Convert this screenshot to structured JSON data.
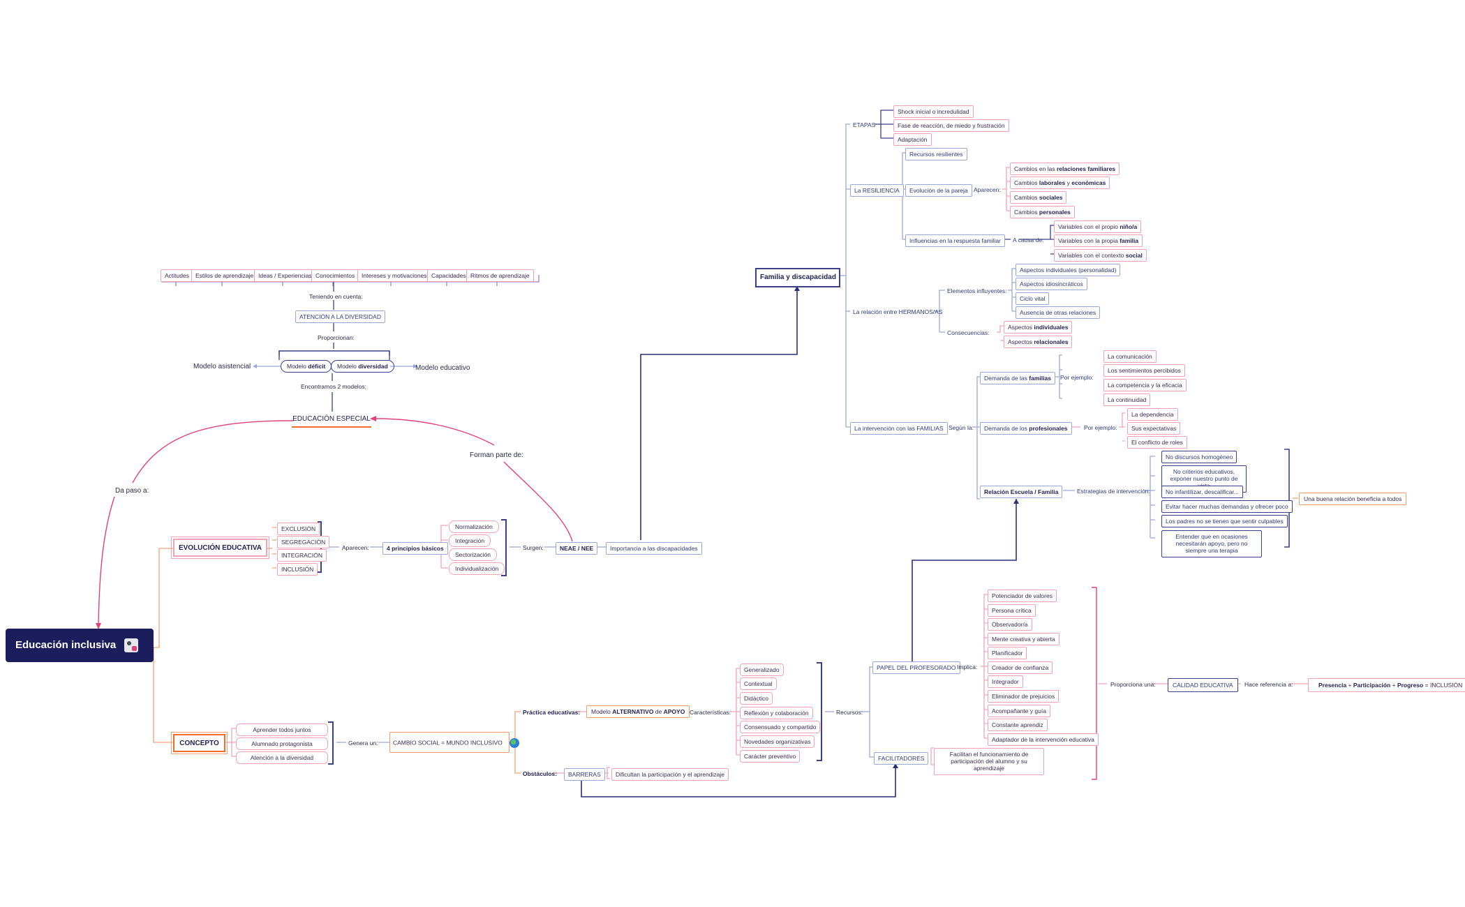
{
  "root": {
    "title": "Educación inclusiva"
  },
  "evolucion": {
    "title": "EVOLUCIÓN EDUCATIVA",
    "stages": [
      "EXCLUSIÓN",
      "SEGREGACIÓN",
      "INTEGRACIÓN",
      "INCLUSIÓN"
    ],
    "aparecen": "Aparecen:",
    "principios": "4 principios básicos",
    "principles": [
      "Normalización",
      "Integración",
      "Sectorización",
      "Individualización"
    ],
    "surgen": "Surgen:",
    "neae": "NEAE / NEE",
    "importancia": "Importancia a las discapacidades"
  },
  "concepto": {
    "title": "CONCEPTO",
    "items": [
      "Aprender todos juntos",
      "Alumnado protagonista",
      "Atención a la diversidad"
    ],
    "genera": "Genera un:",
    "cambio": "CAMBIO SOCIAL = MUNDO INCLUSIVO"
  },
  "practica": {
    "label": "Práctica educativas:",
    "modelo_pre": "Modelo ",
    "modelo_bold": "ALTERNATIVO",
    "modelo_mid": " de ",
    "modelo_bold2": "APOYO",
    "caracteristicas": "Características:",
    "traits": [
      "Generalizado",
      "Contextual",
      "Didáctico",
      "Reflexión y colaboración",
      "Consensuado y compartido",
      "Novedades organizativas",
      "Carácter preventivo"
    ],
    "recursos": "Recursos:",
    "obstaculos": "Obstáculos:",
    "barreras": "BARRERAS",
    "dificultan": "Dificultan la participación y el aprendizaje"
  },
  "profesorado": {
    "papel": "PAPEL DEL PROFESORADO",
    "implica": "Implica:",
    "roles": [
      "Potenciador de valores",
      "Persona crítica",
      "Observador/a",
      "Mente creativa y abierta",
      "Planificador",
      "Creador de confianza",
      "Integrador",
      "Eliminador de prejuicios",
      "Acompañante y guía",
      "Constante aprendiz",
      "Adaptador de la intervención educativa"
    ],
    "facilitadores": "FACILITADORES",
    "facilitan": "Facilitan el funcionamiento de participación del alumno y su aprendizaje",
    "proporciona": "Proporciona una:",
    "calidad": "CALIDAD EDUCATIVA",
    "hace_ref": "Hace referencia a:",
    "presencia": "Presencia",
    "participacion": "Participación",
    "progreso": "Progreso",
    "inclusion": "INCLUSIÓN"
  },
  "especial": {
    "title": "EDUCACIÓN ESPECIAL",
    "da_paso": "Da paso a:",
    "forman": "Forman parte de:",
    "encontramos": "Encontramos 2 modelos:",
    "asistencial": "Modelo asistencial",
    "educativo": "Modelo educativo",
    "deficit_pre": "Modelo ",
    "deficit": "déficit",
    "diversidad_pre": "Modelo ",
    "diversidad": "diversidad",
    "proporcionan": "Proporcionan:",
    "atencion": "ATENCIÓN A LA DIVERSIDAD",
    "teniendo": "Teniendo en cuenta:",
    "factors": [
      "Actitudes",
      "Estilos de aprendizaje",
      "Ideas / Experiencias",
      "Conocimientos",
      "Intereses y motivaciones",
      "Capacidades",
      "Ritmos de aprendizaje"
    ]
  },
  "familia": {
    "title": "Familia y discapacidad",
    "etapas": "ETAPAS",
    "etapas_items": [
      "Shock inicial o incredulidad",
      "Fase de reacción, de miedo y frustración",
      "Adaptación"
    ],
    "resiliencia": "La RESILIENCIA",
    "recursos_resilientes": "Recursos resilientes",
    "evolucion_pareja": "Evolución de la pareja",
    "aparecen": "Aparecen:",
    "cambios": [
      {
        "pre": "Cambios en las ",
        "bold": "relaciones familiares",
        "post": ""
      },
      {
        "pre": "Cambios ",
        "bold": "laborales",
        "mid": " y ",
        "bold2": "económicas",
        "post": ""
      },
      {
        "pre": "Cambios ",
        "bold": "sociales",
        "post": ""
      },
      {
        "pre": "Cambios ",
        "bold": "personales",
        "post": ""
      }
    ],
    "influencias": "Influencias en la respuesta familiar",
    "a_causa": "A causa de:",
    "variables": [
      {
        "pre": "Variables con el propio ",
        "bold": "niño/a"
      },
      {
        "pre": "Variables con la propia ",
        "bold": "familia"
      },
      {
        "pre": "Variables con el contexto ",
        "bold": "social"
      }
    ],
    "hermanos": "La relación entre HERMANOS/AS",
    "elementos": "Elementos influyentes:",
    "elementos_items": [
      "Aspectos individuales (personalidad)",
      "Aspectos idiosincráticos",
      "Ciclo vital",
      "Ausencia de otras relaciones"
    ],
    "consecuencias": "Consecuencias:",
    "consecuencias_items": [
      {
        "pre": "Aspectos ",
        "bold": "individuales"
      },
      {
        "pre": "Aspectos ",
        "bold": "relacionales"
      }
    ],
    "intervencion": "La intervención con las FAMILIAS",
    "segun": "Según la:",
    "demanda_familias_pre": "Demanda de las ",
    "demanda_familias_bold": "familias",
    "por_ejemplo": "Por ejemplo:",
    "familias_items": [
      "La comunicación",
      "Los sentimientos percibidos",
      "La competencia y la eficacia",
      "La continuidad"
    ],
    "demanda_prof_pre": "Demanda de los ",
    "demanda_prof_bold": "profesionales",
    "prof_items": [
      "La dependencia",
      "Sus expectativas",
      "El conflicto de roles"
    ],
    "relacion": "Relación Escuela / Familia",
    "estrategias": "Estrategias de intervención:",
    "estrategias_items": [
      "No discursos homogéneo",
      "No criterios educativos, exponer nuestro punto de vista",
      "No infantilizar, descalificar...",
      "Evitar hacer muchas demandas y ofrecer poco",
      "Los padres no se tienen que sentir culpables",
      "Entender que en ocasiones necesitarán apoyo, pero no siempre una terapia"
    ],
    "buena": "Una buena relación beneficia a todos"
  },
  "colors": {
    "navy": "#1c1d5c",
    "pink": "#e0427a",
    "orange": "#f26b2a",
    "blue": "#7f92d6"
  }
}
